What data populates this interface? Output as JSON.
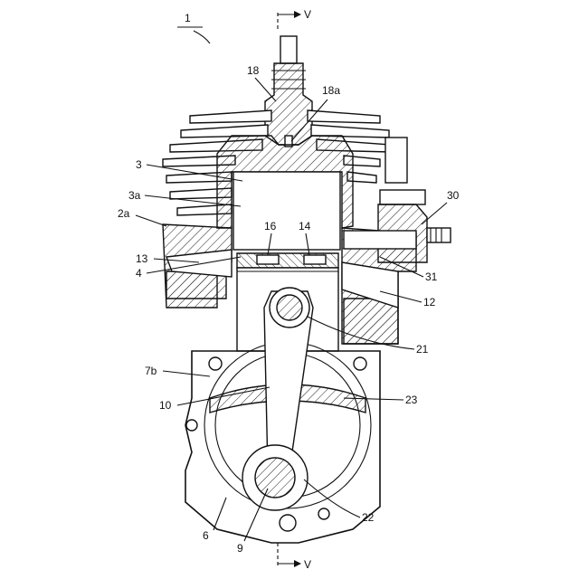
{
  "figure": {
    "ref_main": "1",
    "section_top": "V",
    "section_bottom": "V"
  },
  "labels": {
    "l18": "18",
    "l18a": "18a",
    "l3": "3",
    "l3a": "3a",
    "l2a": "2a",
    "l30": "30",
    "l16": "16",
    "l14": "14",
    "l13": "13",
    "l4": "4",
    "l31": "31",
    "l12": "12",
    "l21": "21",
    "l7b": "7b",
    "l10": "10",
    "l23": "23",
    "l6": "6",
    "l9": "9",
    "l22": "22"
  }
}
